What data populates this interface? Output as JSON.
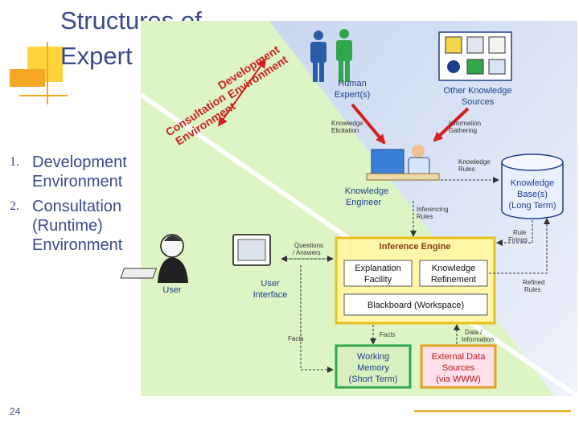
{
  "slide": {
    "title_line1": "Structures of",
    "title_line2": "Expert Systems",
    "bullets": [
      {
        "num": "1.",
        "lines": [
          "Development",
          "Environment"
        ]
      },
      {
        "num": "2.",
        "lines": [
          "Consultation",
          "(Runtime)",
          "Environment"
        ]
      }
    ],
    "page_number": "24"
  },
  "diagram": {
    "dev_env_label": [
      "Development",
      "Environment"
    ],
    "cons_env_label": [
      "Consultation",
      "Environment"
    ],
    "human_expert": [
      "Human",
      "Expert(s)"
    ],
    "other_sources": [
      "Other Knowledge",
      "Sources"
    ],
    "knowledge_elicitation": [
      "Knowledge",
      "Elicitation"
    ],
    "information_gathering": [
      "Information",
      "Gathering"
    ],
    "knowledge_engineer": [
      "Knowledge",
      "Engineer"
    ],
    "knowledge_rules": [
      "Knowledge",
      "Rules"
    ],
    "knowledge_base": [
      "Knowledge",
      "Base(s)",
      "(Long Term)"
    ],
    "inferencing_rules": [
      "Inferencing",
      "Rules"
    ],
    "inference_engine": "Inference Engine",
    "explanation_facility": [
      "Explanation",
      "Facility"
    ],
    "knowledge_refinement": [
      "Knowledge",
      "Refinement"
    ],
    "blackboard": "Blackboard (Workspace)",
    "rule_firings": [
      "Rule",
      "Firings"
    ],
    "refined_rules": [
      "Refined",
      "Rules"
    ],
    "questions_answers": [
      "Questions",
      "/ Answers"
    ],
    "user": "User",
    "user_interface": [
      "User",
      "Interface"
    ],
    "facts_left": "Facts",
    "facts_mid": "Facts",
    "data_information": [
      "Data /",
      "Information"
    ],
    "working_memory": [
      "Working",
      "Memory",
      "(Short Term)"
    ],
    "external_data": [
      "External Data",
      "Sources",
      "(via WWW)"
    ]
  },
  "colors": {
    "title": "#3a4a8a",
    "accent_orange": "#f5a623",
    "accent_yellow": "#ffd43b",
    "green_region": "#ddf4c4",
    "blue_region": "#dfe8f7",
    "env_label_red": "#cc2222",
    "inference_fill": "#fff6a8",
    "memory_fill": "#d8f0c0",
    "external_fill": "#fde0ea",
    "kb_fill": "#e8f0ff"
  }
}
